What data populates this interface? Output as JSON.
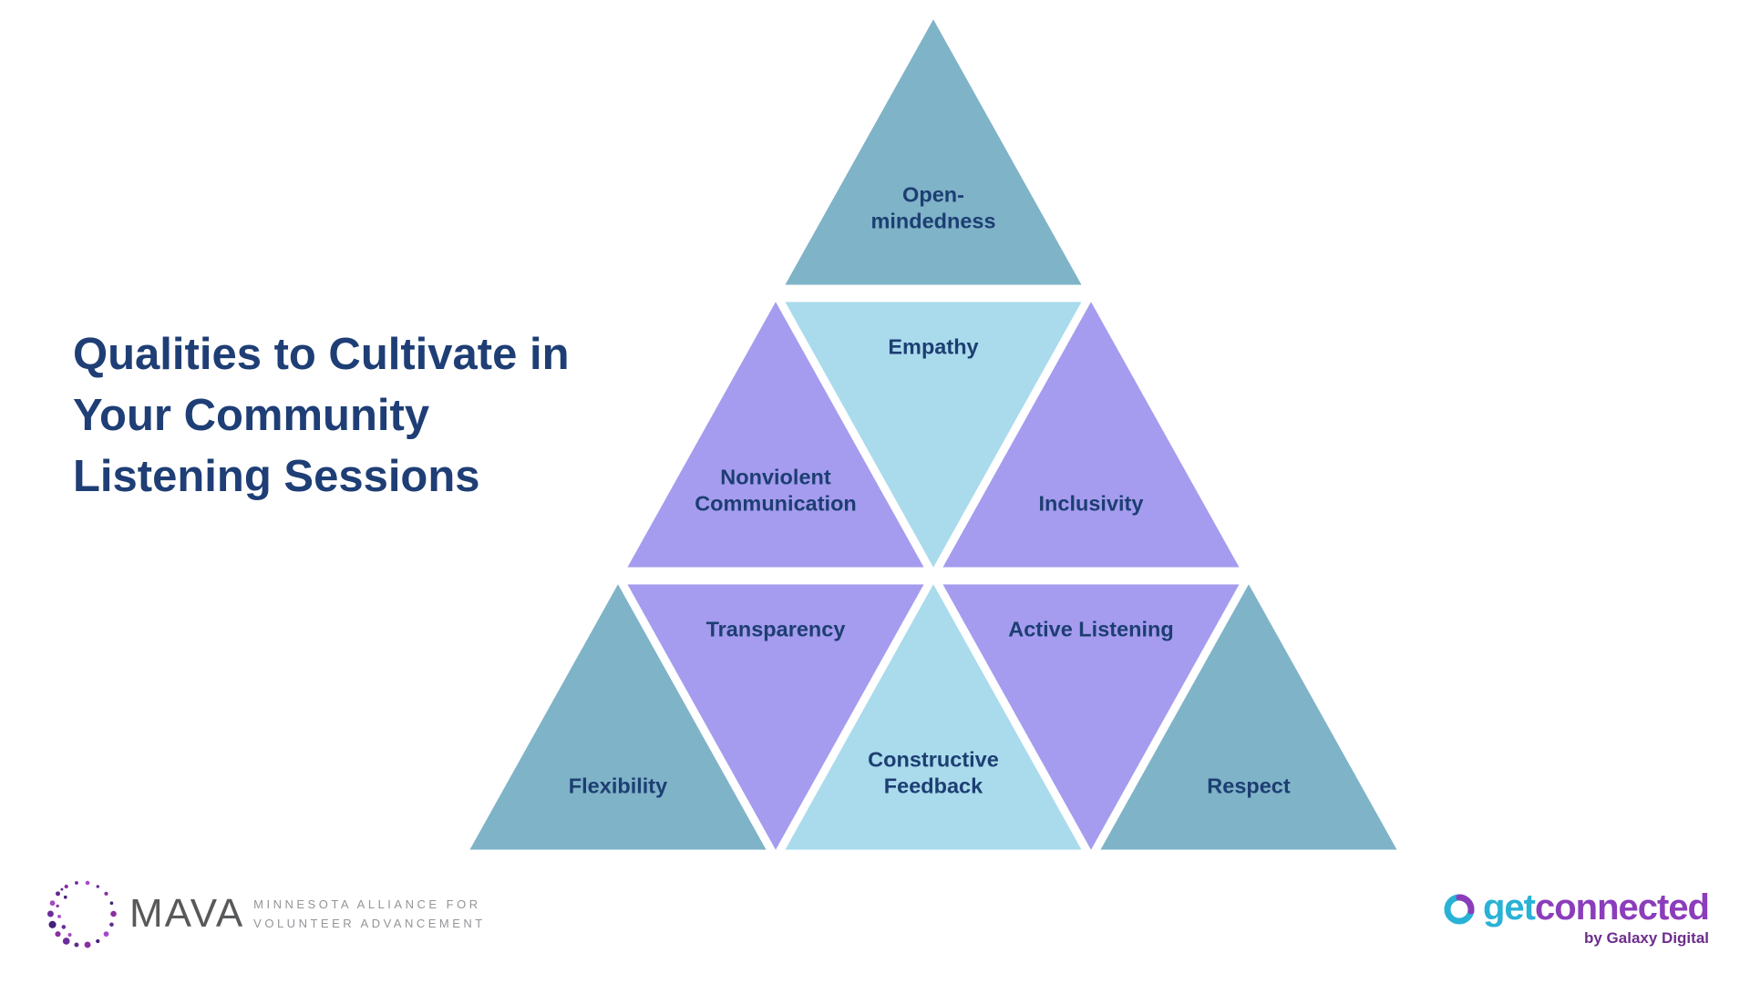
{
  "theme": {
    "teal": "#7FB3C8",
    "purple": "#A59CEF",
    "cyan": "#A9DBEC",
    "label-navy": "#1D3E72",
    "title-navy": "#1E3E75",
    "gc-teal": "#29B2D6",
    "gc-purple": "#8B3DBB",
    "gc-byline-purple": "#6D2D8E",
    "mava-gray": "#939598",
    "mava-dark": "#58595B"
  },
  "title": "Qualities to Cultivate in Your Community Listening Sessions",
  "pyramid": {
    "triangles": [
      {
        "label": "Open-mindedness",
        "color": "teal",
        "orientation": "up"
      },
      {
        "label": "Nonviolent Communication",
        "color": "purple",
        "orientation": "up"
      },
      {
        "label": "Empathy",
        "color": "cyan",
        "orientation": "down"
      },
      {
        "label": "Inclusivity",
        "color": "purple",
        "orientation": "up"
      },
      {
        "label": "Flexibility",
        "color": "teal",
        "orientation": "up"
      },
      {
        "label": "Transparency",
        "color": "purple",
        "orientation": "down"
      },
      {
        "label": "Constructive Feedback",
        "color": "cyan",
        "orientation": "up"
      },
      {
        "label": "Active Listening",
        "color": "purple",
        "orientation": "down"
      },
      {
        "label": "Respect",
        "color": "teal",
        "orientation": "up"
      }
    ]
  },
  "footer": {
    "mava": {
      "wordmark": "MAVA",
      "tagline_line1": "MINNESOTA ALLIANCE FOR",
      "tagline_line2": "VOLUNTEER ADVANCEMENT"
    },
    "getconnected": {
      "word_get": "get",
      "word_connected": "connected",
      "byline": "by Galaxy Digital"
    }
  }
}
